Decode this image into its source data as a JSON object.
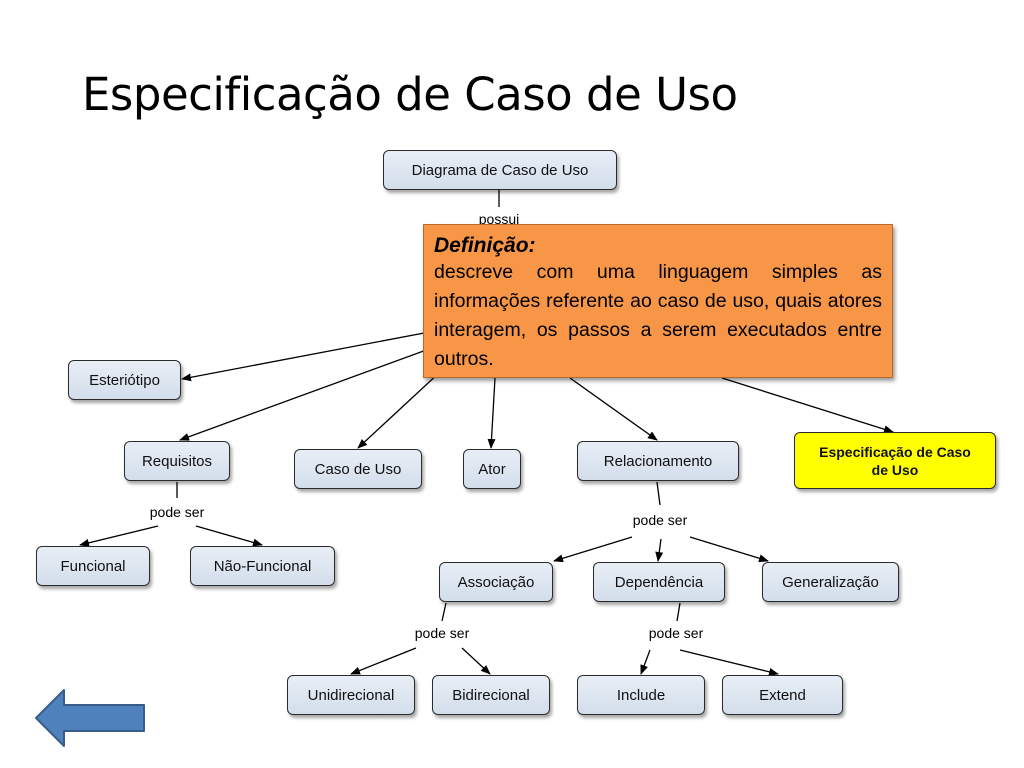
{
  "slide": {
    "title": "Especificação de Caso de Uso"
  },
  "diagram": {
    "nodes": {
      "root": "Diagrama de Caso de Uso",
      "esteriotipo": "Esteriótipo",
      "requisitos": "Requisitos",
      "caso_de_uso": "Caso de Uso",
      "ator": "Ator",
      "relacionamento": "Relacionamento",
      "especificacao": "Especificação de Caso de Uso",
      "funcional": "Funcional",
      "nao_funcional": "Não-Funcional",
      "associacao": "Associação",
      "dependencia": "Dependência",
      "generalizacao": "Generalização",
      "unidirecional": "Unidirecional",
      "bidirecional": "Bidirecional",
      "include": "Include",
      "extend": "Extend"
    },
    "edge_labels": {
      "possui": "possui",
      "requisitos_pode_ser": "pode ser",
      "relacionamento_pode_ser": "pode ser",
      "associacao_pode_ser": "pode ser",
      "dependencia_pode_ser": "pode ser"
    }
  },
  "callout": {
    "title": "Definição:",
    "text": "descreve com uma linguagem simples as informações referente ao caso de uso, quais atores interagem, os passos a serem executados entre outros."
  },
  "colors": {
    "node_fill": "#dbe4f0",
    "highlight_fill": "#ffff00",
    "callout_fill": "#f79646",
    "back_arrow_fill": "#4f81bd"
  },
  "icons": {
    "back": "left-arrow-icon"
  }
}
